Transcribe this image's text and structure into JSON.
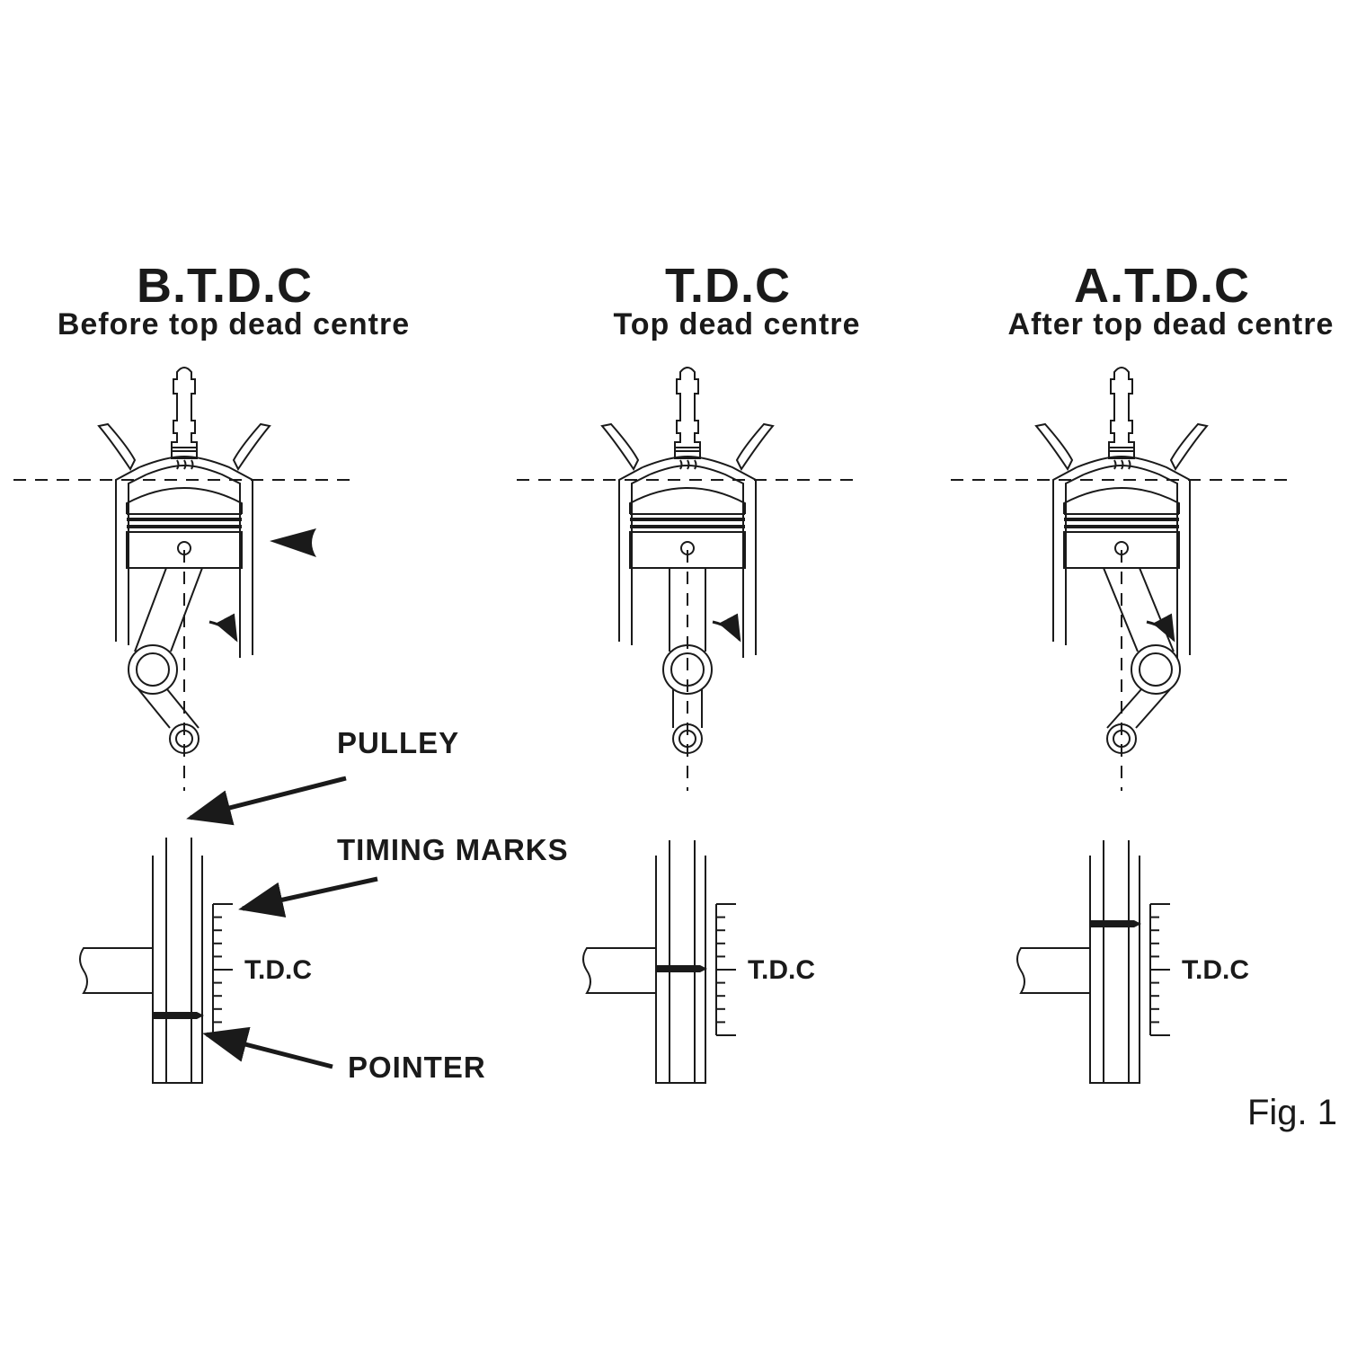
{
  "panels": [
    {
      "abbr": "B.T.D.C",
      "full": "Before top dead centre",
      "scale_label": "T.D.C",
      "pointer_state": "below"
    },
    {
      "abbr": "T.D.C",
      "full": "Top dead centre",
      "scale_label": "T.D.C",
      "pointer_state": "aligned"
    },
    {
      "abbr": "A.T.D.C",
      "full": "After top dead centre",
      "scale_label": "T.D.C",
      "pointer_state": "above"
    }
  ],
  "callouts": {
    "pulley": "PULLEY",
    "timing_marks": "TIMING MARKS",
    "pointer": "POINTER"
  },
  "figure_label": "Fig. 1",
  "colors": {
    "ink": "#1a1a1a",
    "background": "#ffffff"
  }
}
